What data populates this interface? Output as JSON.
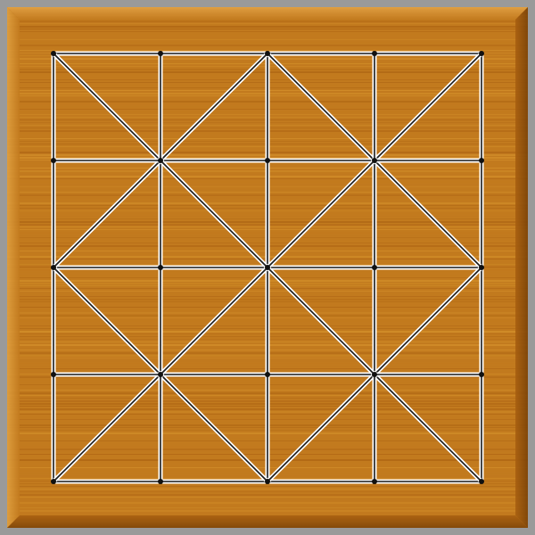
{
  "board": {
    "grid_cells": 4,
    "colors": {
      "frame": "#9a9a9a",
      "wood_base": "#c27a1e",
      "wood_dark": "#a85f10",
      "wood_light": "#d9962e",
      "line_white": "#ffffff",
      "line_black": "#1a1a1a",
      "point": "#111111"
    },
    "diagonals": [
      [
        [
          0,
          0
        ],
        [
          1,
          1
        ]
      ],
      [
        [
          1,
          1
        ],
        [
          2,
          2
        ]
      ],
      [
        [
          2,
          2
        ],
        [
          3,
          3
        ]
      ],
      [
        [
          3,
          3
        ],
        [
          4,
          4
        ]
      ],
      [
        [
          4,
          0
        ],
        [
          3,
          1
        ]
      ],
      [
        [
          3,
          1
        ],
        [
          2,
          2
        ]
      ],
      [
        [
          2,
          2
        ],
        [
          1,
          3
        ]
      ],
      [
        [
          1,
          3
        ],
        [
          0,
          4
        ]
      ],
      [
        [
          1,
          1
        ],
        [
          2,
          0
        ]
      ],
      [
        [
          2,
          0
        ],
        [
          3,
          1
        ]
      ],
      [
        [
          3,
          1
        ],
        [
          4,
          2
        ]
      ],
      [
        [
          4,
          2
        ],
        [
          3,
          3
        ]
      ],
      [
        [
          3,
          3
        ],
        [
          2,
          4
        ]
      ],
      [
        [
          2,
          4
        ],
        [
          1,
          3
        ]
      ],
      [
        [
          1,
          3
        ],
        [
          0,
          2
        ]
      ],
      [
        [
          0,
          2
        ],
        [
          1,
          1
        ]
      ],
      [
        [
          1,
          1
        ],
        [
          0,
          1
        ]
      ],
      [
        [
          1,
          1
        ],
        [
          1,
          0
        ]
      ],
      [
        [
          3,
          1
        ],
        [
          3,
          0
        ]
      ],
      [
        [
          3,
          1
        ],
        [
          4,
          1
        ]
      ],
      [
        [
          1,
          3
        ],
        [
          0,
          3
        ]
      ],
      [
        [
          1,
          3
        ],
        [
          1,
          4
        ]
      ],
      [
        [
          3,
          3
        ],
        [
          4,
          3
        ]
      ],
      [
        [
          3,
          3
        ],
        [
          3,
          4
        ]
      ]
    ]
  }
}
